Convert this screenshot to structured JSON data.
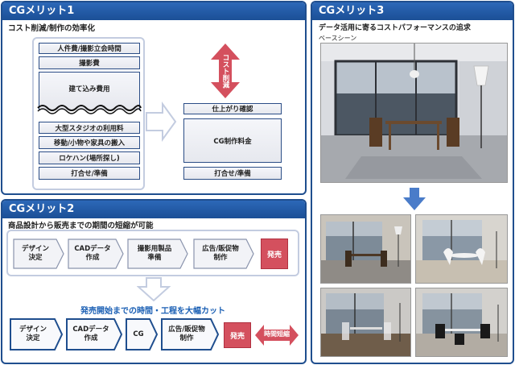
{
  "panel1": {
    "title": "CGメリット1",
    "subtitle": "コスト削減/制作の効率化",
    "left_items": [
      "人件費/撮影立会時間",
      "撮影費",
      "建て込み費用",
      "大型スタジオの利用料",
      "移動/小物や家具の搬入",
      "ロケハン(場所探し)",
      "打合せ/準備"
    ],
    "arrow_label": "コスト削減",
    "right_items": [
      "仕上がり確認",
      "CG制作料金",
      "打合せ/準備"
    ]
  },
  "panel2": {
    "title": "CGメリット2",
    "subtitle": "商品設計から販売までの期間の短縮が可能",
    "before_steps": [
      "デザイン\n決定",
      "CADデータ\n作成",
      "撮影用製品\n準備",
      "広告/販促物\n制作"
    ],
    "before_release": "発売",
    "caption": "発売開始までの時間・工程を大幅カット",
    "after_steps": [
      "デザイン\n決定",
      "CADデータ\n作成",
      "CG",
      "広告/販促物\n制作"
    ],
    "after_release": "発売",
    "shorten_label": "時間短縮"
  },
  "panel3": {
    "title": "CGメリット3",
    "subtitle": "データ活用に寄るコストパフォーマンスの追求",
    "base_label": "ベースシーン"
  },
  "colors": {
    "header_blue": "#1f4e8e",
    "accent_red": "#d4505e",
    "caption_blue": "#1a5fb4",
    "arrow_blue": "#4a7cc9"
  }
}
